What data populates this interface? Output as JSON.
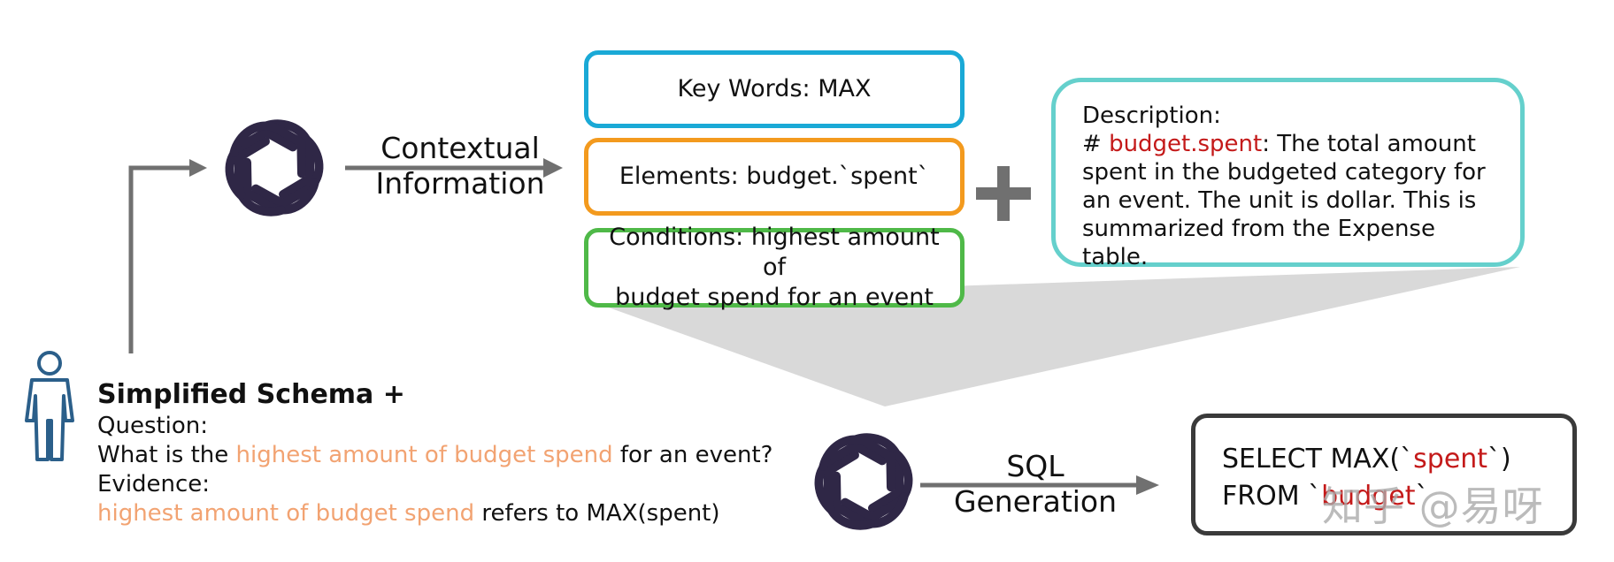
{
  "labels": {
    "contextual_line1": "Contextual",
    "contextual_line2": "Information",
    "sql_line1": "SQL",
    "sql_line2": "Generation"
  },
  "boxes": {
    "keywords": "Key Words: MAX",
    "elements": "Elements: budget.`spent`",
    "conditions_line1": "Conditions: highest amount of",
    "conditions_line2": "budget spend for an event"
  },
  "description": {
    "heading": "Description:",
    "hash": "# ",
    "field": "budget.spent",
    "line1_rest": ": The total amount",
    "line2": "spent in the budgeted category for",
    "line3": "an event. The unit is dollar. This is",
    "line4": "summarized from the Expense table."
  },
  "schema": {
    "title": "Simplified Schema +",
    "question_label": "Question:",
    "question_prefix": "What is the ",
    "question_highlight": "highest amount of budget spend",
    "question_suffix": " for an event?",
    "evidence_label": "Evidence:",
    "evidence_highlight": "highest amount of budget spend",
    "evidence_suffix": " refers to MAX(spent)"
  },
  "sql": {
    "line1_prefix": "SELECT MAX(`",
    "line1_field": "spent",
    "line1_suffix": "`)",
    "line2_prefix": "FROM `",
    "line2_table": "budget",
    "line2_suffix": "`"
  },
  "watermark": "知乎 @易呀",
  "colors": {
    "keywords_border": "#1aa9d6",
    "elements_border": "#f39a1e",
    "conditions_border": "#4fb948",
    "description_border": "#65d0cc",
    "highlight_red": "#c41a1a",
    "highlight_orange": "#f2a372"
  }
}
